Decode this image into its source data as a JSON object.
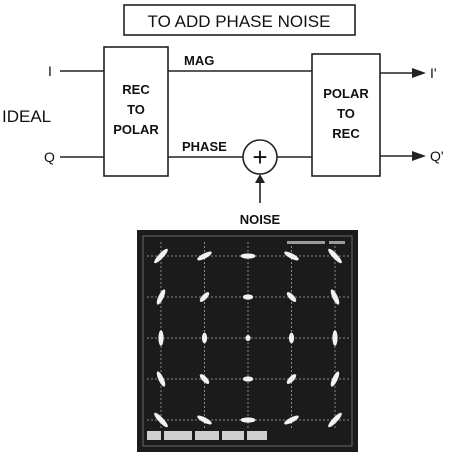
{
  "title": "TO ADD PHASE NOISE",
  "inputs": {
    "i": "I",
    "q": "Q",
    "group_label": "IDEAL"
  },
  "block_rec_to_polar": {
    "line1": "REC",
    "line2": "TO",
    "line3": "POLAR"
  },
  "block_polar_to_rec": {
    "line1": "POLAR",
    "line2": "TO",
    "line3": "REC"
  },
  "signals": {
    "mag": "MAG",
    "phase": "PHASE",
    "noise": "NOISE"
  },
  "outputs": {
    "i_prime": "I'",
    "q_prime": "Q'"
  },
  "adder_symbol": "+",
  "constellation": {
    "grid": 5,
    "background": "#1b1b1b",
    "dot_color": "#f2f2f2"
  }
}
